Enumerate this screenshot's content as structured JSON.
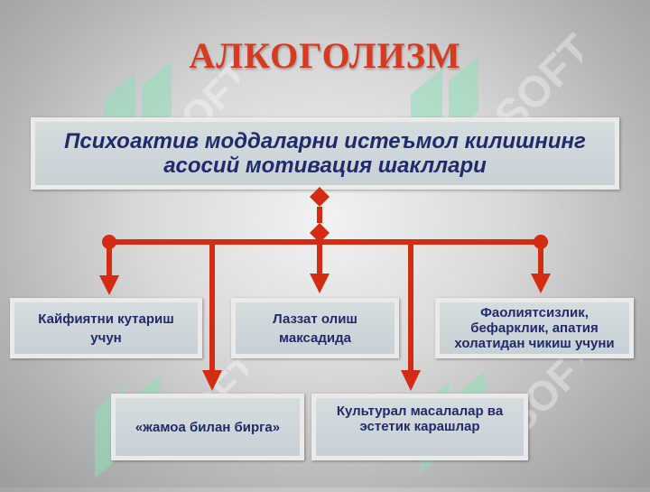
{
  "title": "АЛКОГОЛИЗМ",
  "main_box": {
    "line1": "Психоактив моддаларни истеъмол килишнинг",
    "line2": "асосий мотивация шакллари"
  },
  "boxes": {
    "b1": {
      "line1": "Кайфиятни кутариш",
      "line2": "учун"
    },
    "b2": {
      "line1": "Лаззат олиш",
      "line2": "максадида"
    },
    "b3": {
      "line1": "Фаолиятсизлик,",
      "line2": "бефарклик, апатия",
      "line3": "холатидан чикиш учуни"
    },
    "b4": {
      "line1": "«жамоа билан бирга»"
    },
    "b5": {
      "line1": "Культурал масалалар ва",
      "line2": "эстетик карашлар"
    }
  },
  "watermark": {
    "text": "SOFT"
  },
  "colors": {
    "title": "#d83a1f",
    "connector": "#d42c12",
    "text": "#1f2b6b",
    "watermark": "#8fe0b8"
  }
}
